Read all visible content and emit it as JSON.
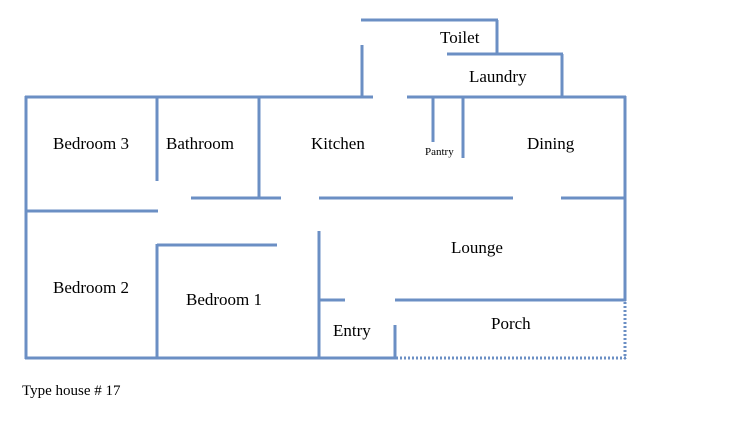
{
  "rooms": {
    "toilet": "Toilet",
    "laundry": "Laundry",
    "bedroom3": "Bedroom 3",
    "bathroom": "Bathroom",
    "kitchen": "Kitchen",
    "pantry": "Pantry",
    "dining": "Dining",
    "lounge": "Lounge",
    "bedroom2": "Bedroom 2",
    "bedroom1": "Bedroom 1",
    "entry": "Entry",
    "porch": "Porch"
  },
  "caption": "Type house # 17",
  "colors": {
    "wall": "#6b8fc4",
    "text": "#000000",
    "background": "#ffffff"
  }
}
